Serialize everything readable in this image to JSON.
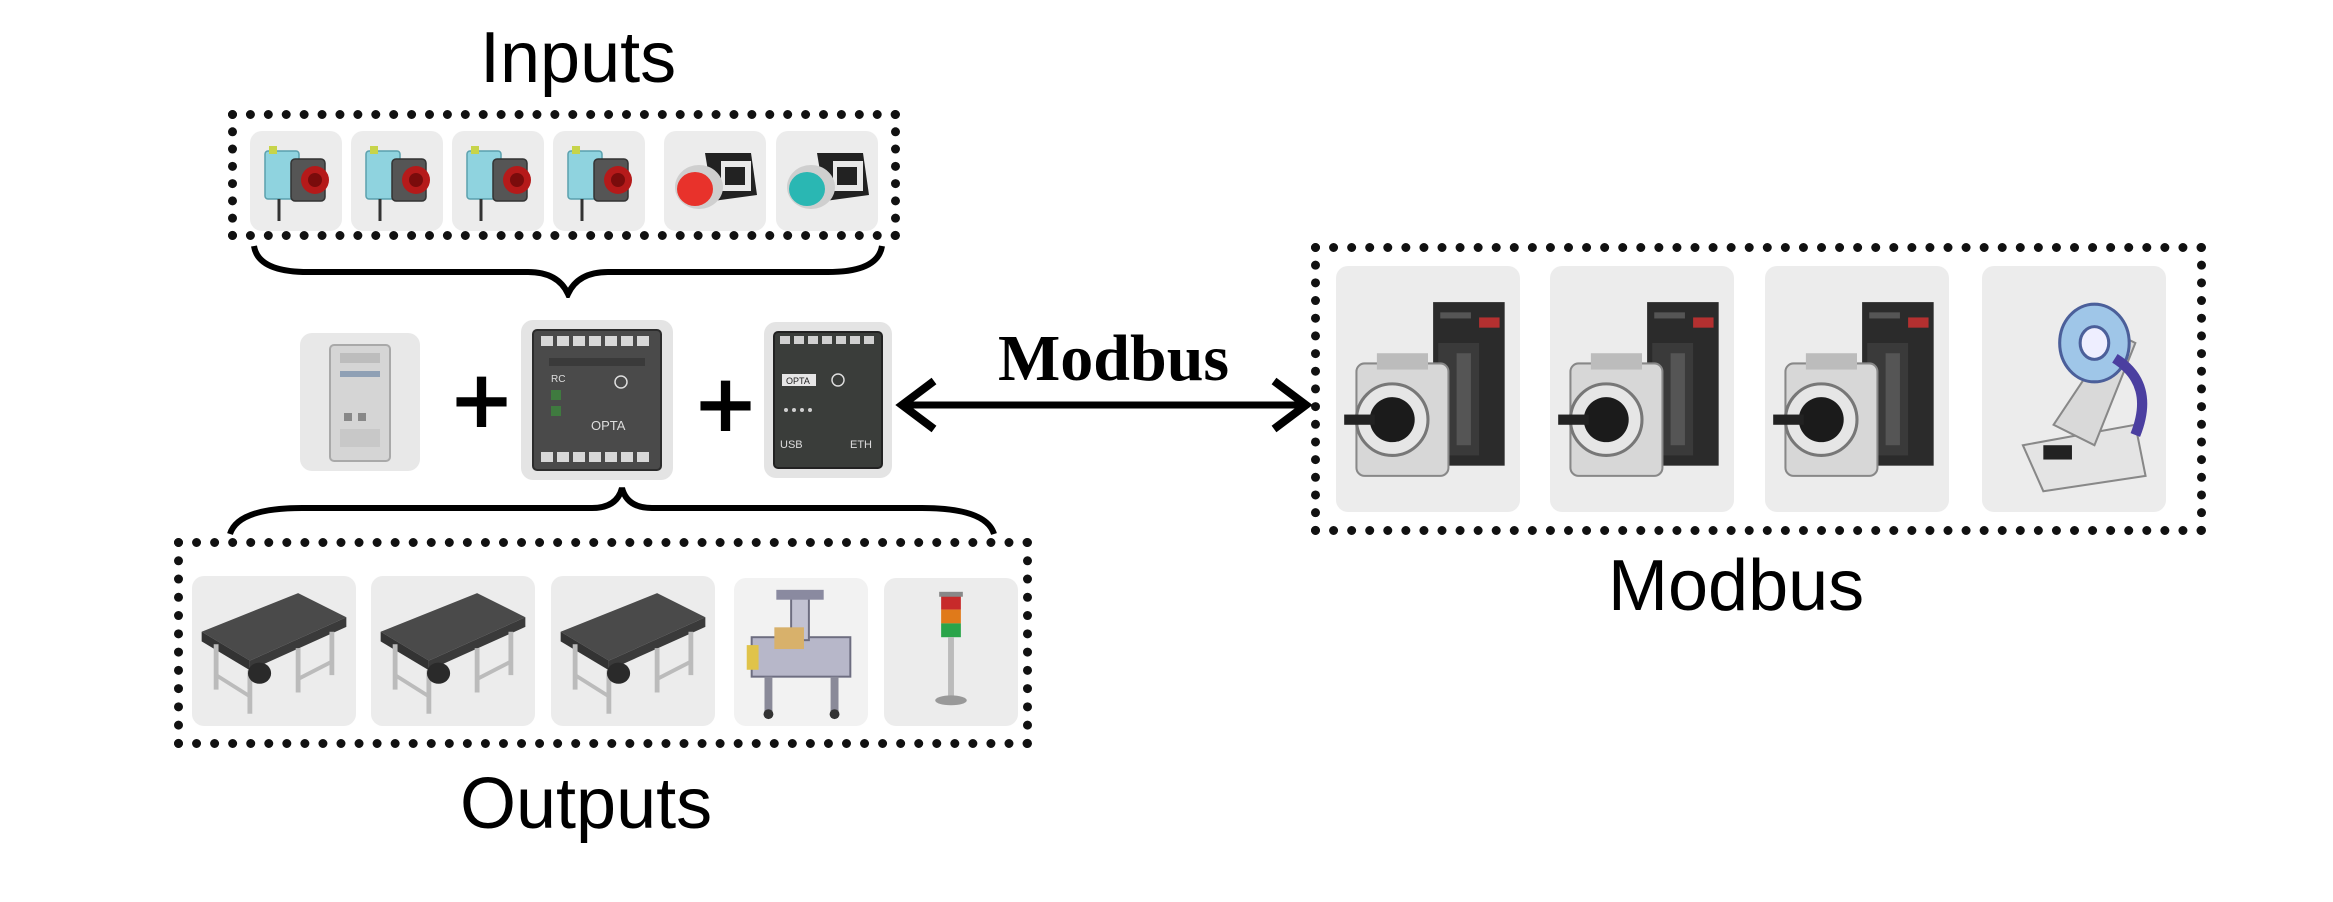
{
  "labels": {
    "inputs": "Inputs",
    "outputs": "Outputs",
    "modbus_group": "Modbus",
    "modbus_link": "Modbus"
  },
  "controller": {
    "plus_sign": "+",
    "power_module": {
      "icon": "power-supply-icon"
    },
    "main_plc": {
      "icon": "opta-plc-icon",
      "text": "OPTA"
    },
    "expansion": {
      "icon": "opta-expansion-icon",
      "text": "OPTA",
      "port_usb": "USB",
      "port_eth": "ETH"
    }
  },
  "inputs": [
    {
      "icon": "photoelectric-sensor-icon"
    },
    {
      "icon": "photoelectric-sensor-icon"
    },
    {
      "icon": "photoelectric-sensor-icon"
    },
    {
      "icon": "photoelectric-sensor-icon"
    },
    {
      "icon": "red-pushbutton-icon",
      "color": "#e8322b"
    },
    {
      "icon": "teal-pushbutton-icon",
      "color": "#2ab7b3"
    }
  ],
  "outputs": [
    {
      "icon": "conveyor-icon"
    },
    {
      "icon": "conveyor-icon"
    },
    {
      "icon": "conveyor-icon"
    },
    {
      "icon": "carton-sealer-icon"
    },
    {
      "icon": "stack-light-icon"
    }
  ],
  "modbus_devices": [
    {
      "icon": "servo-motor-drive-icon"
    },
    {
      "icon": "servo-motor-drive-icon"
    },
    {
      "icon": "servo-motor-drive-icon"
    },
    {
      "icon": "label-applicator-icon"
    }
  ]
}
